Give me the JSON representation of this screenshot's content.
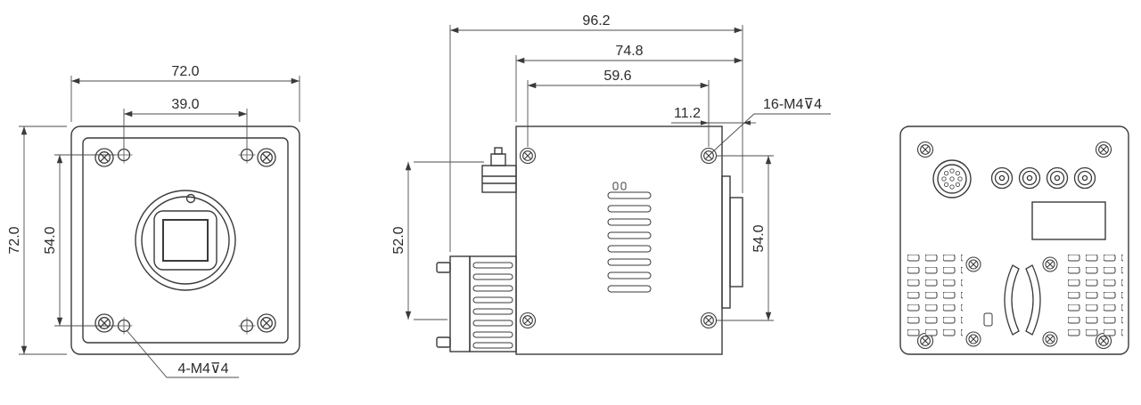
{
  "drawing": {
    "front_view": {
      "dim_width": "72.0",
      "dim_hole_pitch_horizontal": "39.0",
      "dim_height": "72.0",
      "dim_hole_pitch_vertical": "54.0",
      "thread_callout": "4-M4⊽4"
    },
    "side_view": {
      "dim_overall_length": "96.2",
      "dim_body_length": "74.8",
      "dim_hole_pitch_horizontal": "59.6",
      "dim_flange_offset": "11.2",
      "thread_callout": "16-M4⊽4",
      "dim_bracket_height": "52.0",
      "dim_hole_pitch_vertical": "54.0"
    },
    "colors": {
      "outline": "#3a3a3a",
      "dimension_lines": "#4d4d4d",
      "background": "#ffffff"
    }
  }
}
